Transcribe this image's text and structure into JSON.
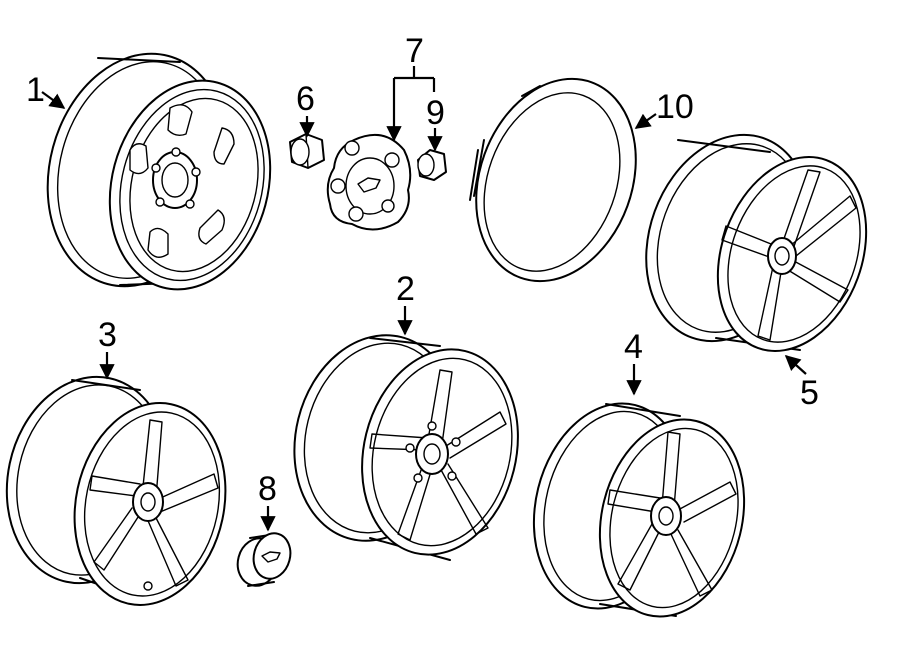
{
  "callouts": {
    "c1": "1",
    "c2": "2",
    "c3": "3",
    "c4": "4",
    "c5": "5",
    "c6": "6",
    "c7": "7",
    "c8": "8",
    "c9": "9",
    "c10": "10"
  },
  "parts": [
    {
      "callout": "1",
      "depicts": "steel-wheel"
    },
    {
      "callout": "2",
      "depicts": "alloy-wheel"
    },
    {
      "callout": "3",
      "depicts": "alloy-wheel"
    },
    {
      "callout": "4",
      "depicts": "alloy-wheel"
    },
    {
      "callout": "5",
      "depicts": "alloy-wheel"
    },
    {
      "callout": "6",
      "depicts": "lug-nut"
    },
    {
      "callout": "7",
      "depicts": "center-cap-assembly"
    },
    {
      "callout": "8",
      "depicts": "center-cap"
    },
    {
      "callout": "9",
      "depicts": "lug-nut-cap"
    },
    {
      "callout": "10",
      "depicts": "wheel-cover"
    }
  ]
}
